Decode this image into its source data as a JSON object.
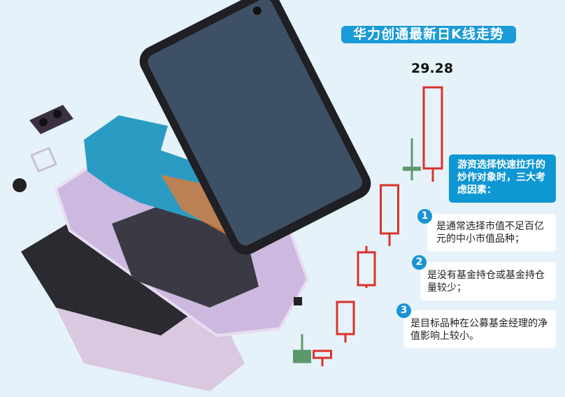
{
  "title": "华力创通最新日K线走势",
  "price_label": "29.28",
  "factor_heading": "游资选择快速拉升的炒作对象时，三大考虑因素：",
  "factors": [
    {
      "number": "1",
      "text": "是通常选择市值不足百亿元的中小市值品种；"
    },
    {
      "number": "2",
      "text": "是没有基金持仓或基金持仓量较少；"
    },
    {
      "number": "3",
      "text": "是目标品种在公募基金经理的净值影响上较小。"
    }
  ],
  "colors": {
    "up": "#d9322b",
    "down": "#5a9a6a",
    "accent": "#1b9bd7"
  }
}
